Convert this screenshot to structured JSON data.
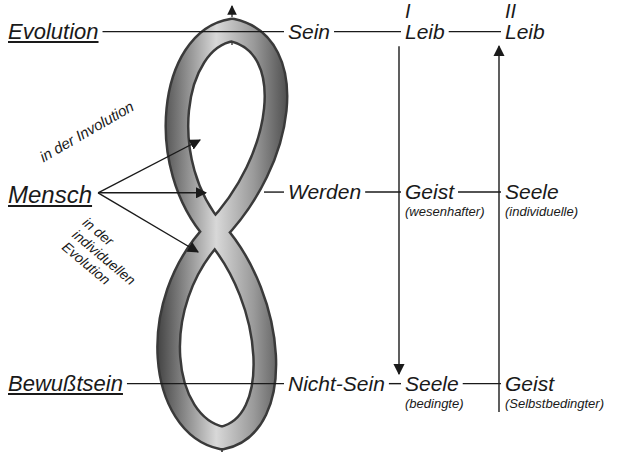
{
  "diagram": {
    "labels": [
      "I",
      "II",
      "Evolution",
      "Sein",
      "Leib",
      "Leib",
      "in der Involution",
      "Mensch",
      "in der individuellen Evolution",
      "Werden",
      "Geist",
      "(wesenhafter)",
      "Seele",
      "(individuelle)",
      "Bewußtsein",
      "Nicht-Sein",
      "Seele",
      "(bedingte)",
      "Geist",
      "(Selbstbedingter)"
    ]
  }
}
